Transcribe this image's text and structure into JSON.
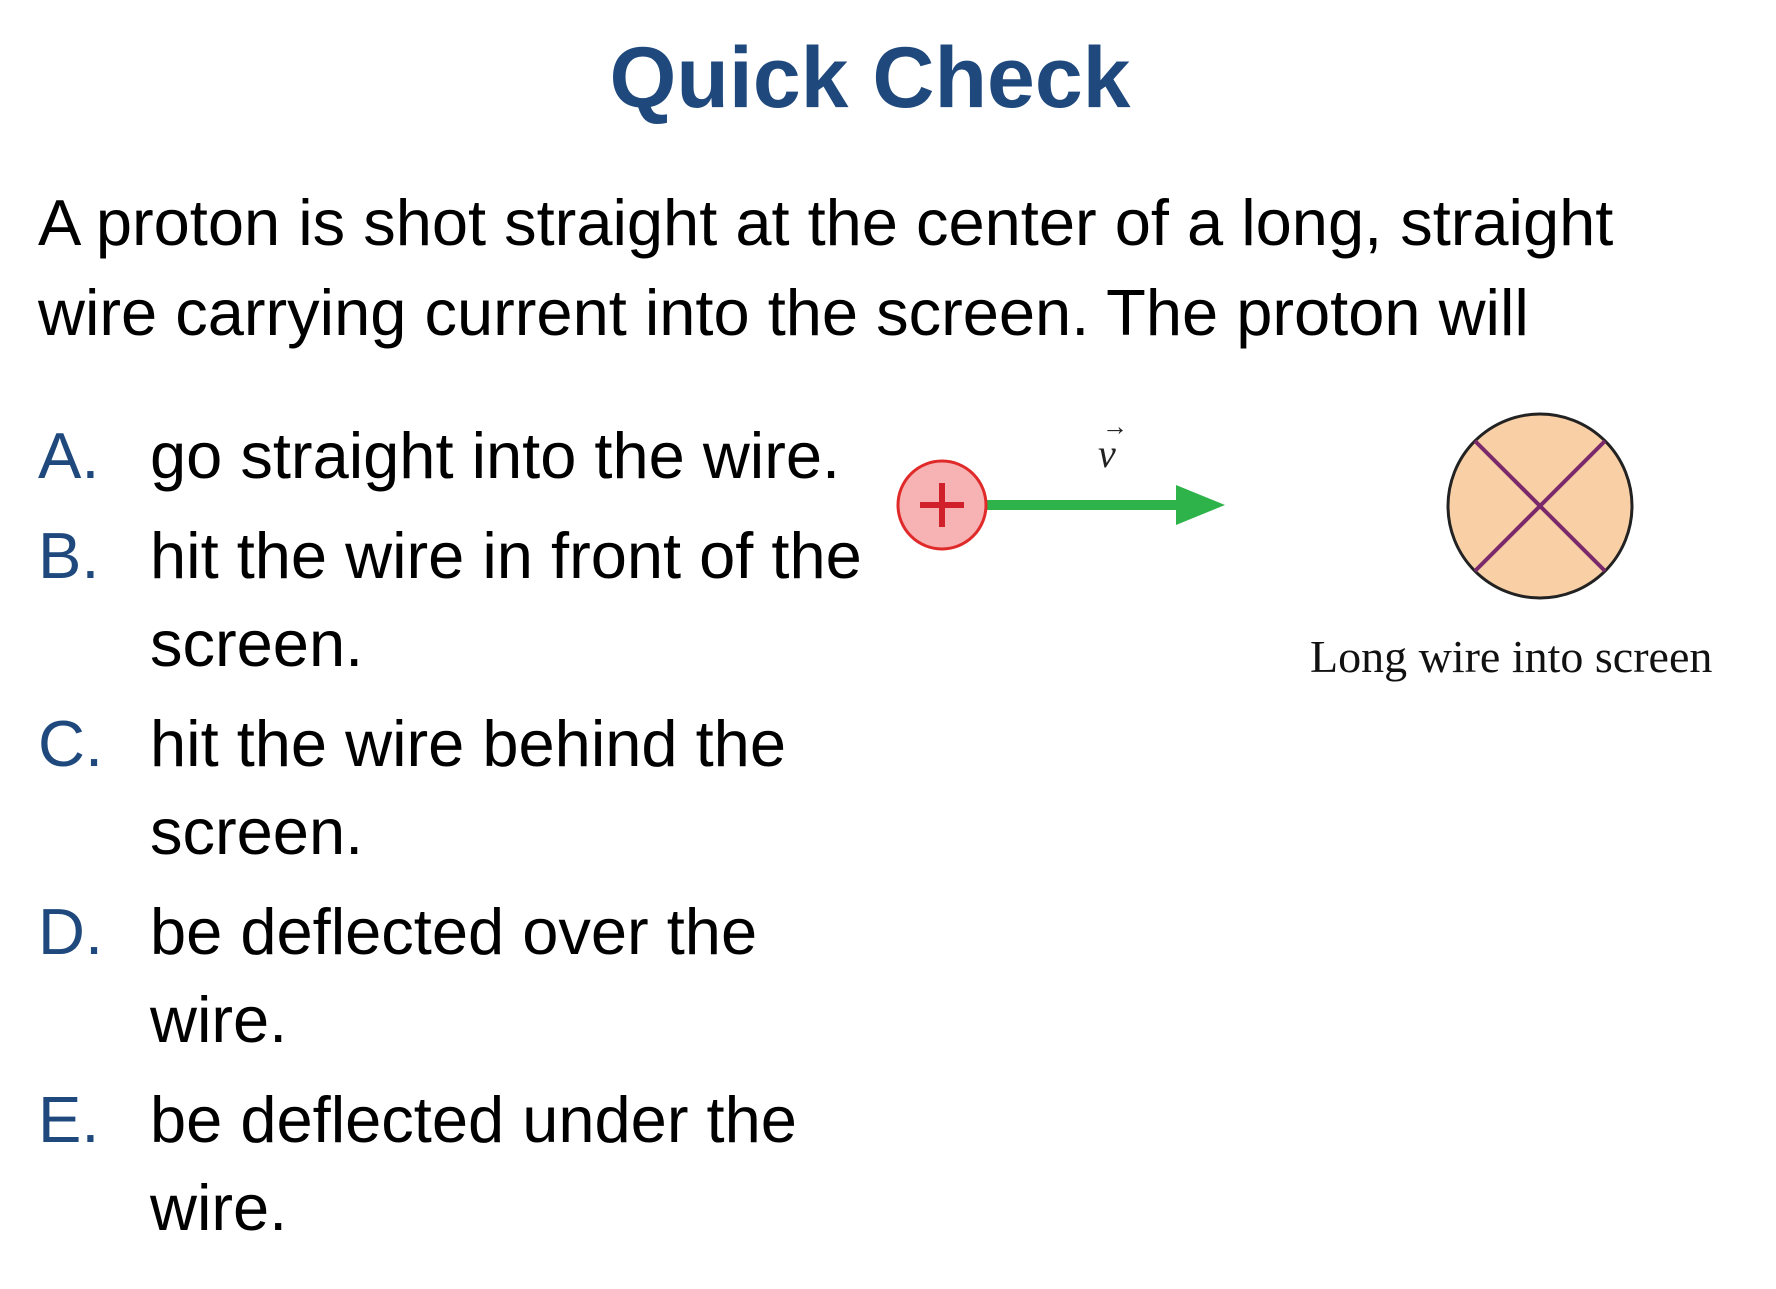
{
  "slide": {
    "title": "Quick Check",
    "question_line1": "A proton is shot straight at the center of a long, straight",
    "question_line2": "wire carrying current into the screen. The proton will"
  },
  "options": [
    {
      "letter": "A.",
      "text": "go straight into the wire."
    },
    {
      "letter": "B.",
      "text": "hit the wire in front of the screen."
    },
    {
      "letter": "C.",
      "text": "hit the wire behind the screen."
    },
    {
      "letter": "D.",
      "text": "be deflected over the wire."
    },
    {
      "letter": "E.",
      "text": "be deflected under the wire."
    }
  ],
  "diagram": {
    "proton_symbol": "+",
    "velocity_label": "v",
    "velocity_arrow": "→",
    "caption": "Long wire into screen",
    "icons": [
      "proton-icon",
      "velocity-arrow-icon",
      "wire-into-screen-icon"
    ]
  },
  "colors": {
    "title": "#1f497d",
    "option_letter": "#1f497d",
    "proton_fill": "#f7b3b3",
    "proton_stroke": "#e02a2a",
    "velocity_arrow": "#2db34a",
    "wire_fill": "#f9cfa6",
    "wire_cross": "#7a2a6a"
  }
}
